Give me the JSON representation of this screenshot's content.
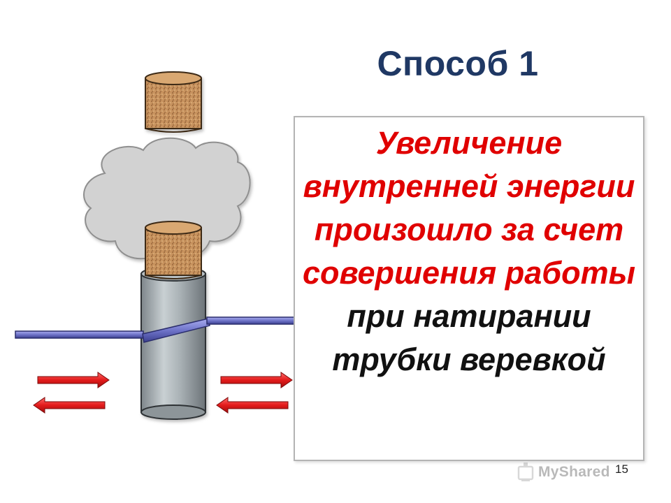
{
  "slide": {
    "title": "Способ 1",
    "text_red": "Увеличение внутренней энергии произошло за счет совершения работы",
    "text_black": "при натирании трубки веревкой",
    "page_number": "15",
    "watermark": "MyShared"
  },
  "colors": {
    "title": "#1f3864",
    "text_red": "#e00000",
    "arrow": "#e31b1b",
    "rope": "#6f74c9",
    "tube": "#9aa3a8",
    "cork": "#c8935e",
    "cloud": "#cfcfcf"
  },
  "icons": [
    "cork-icon",
    "cloud-icon",
    "tube-icon",
    "rope-icon",
    "arrow-right-icon",
    "arrow-left-icon",
    "watermark-logo-icon"
  ]
}
